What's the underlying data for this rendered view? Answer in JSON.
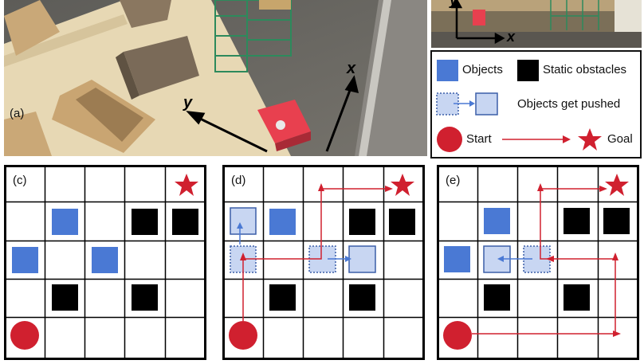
{
  "photo_a": {
    "panel_label": "(a)",
    "axis_x": "x",
    "axis_y": "y"
  },
  "photo_b": {
    "axis_x": "x",
    "axis_y": "y"
  },
  "legend": {
    "objects_label": "Objects",
    "static_label": "Static obstacles",
    "pushed_label": "Objects get pushed",
    "start_label": "Start",
    "goal_label": "Goal"
  },
  "grids": [
    {
      "label": "(c)"
    },
    {
      "label": "(d)"
    },
    {
      "label": "(e)"
    }
  ],
  "colors": {
    "object_blue": "#4a79d4",
    "pushed_fill": "#c8d6f2",
    "obstacle": "#000000",
    "start_goal_red": "#d0202f",
    "path_red": "#d0202f",
    "push_arrow": "#4a79d4"
  }
}
